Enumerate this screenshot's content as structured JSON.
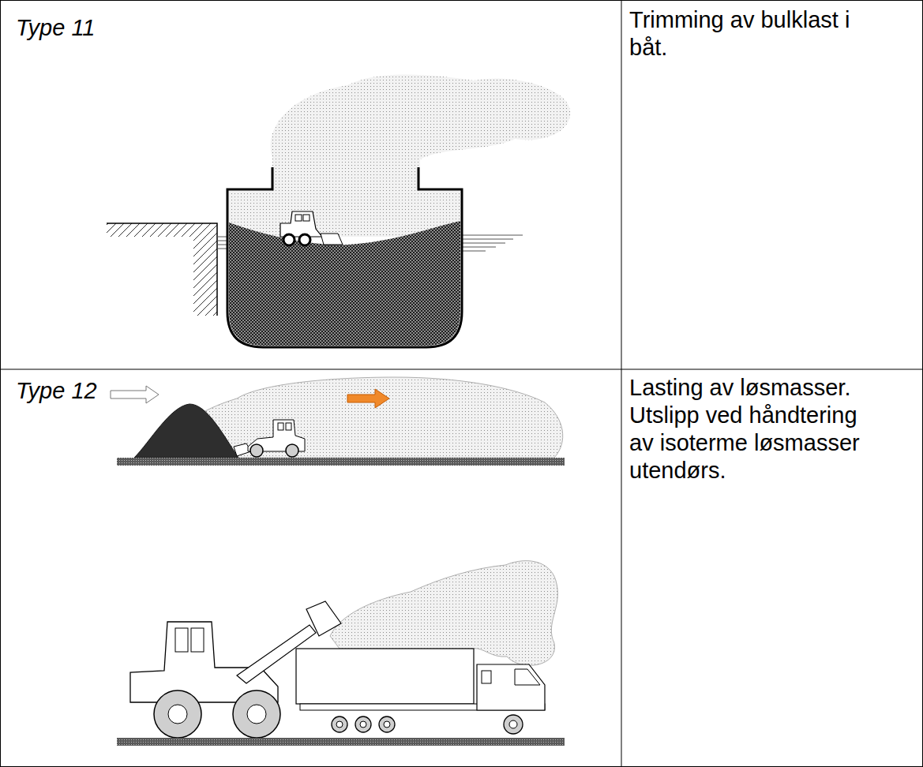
{
  "diagram": {
    "labels": [
      "Type 11",
      "Trimming av bulklast i båt.",
      "Type 12",
      "Lasting av løsmasser. Utslipp ved håndtering av isoterme løsmasser utendørs."
    ]
  }
}
